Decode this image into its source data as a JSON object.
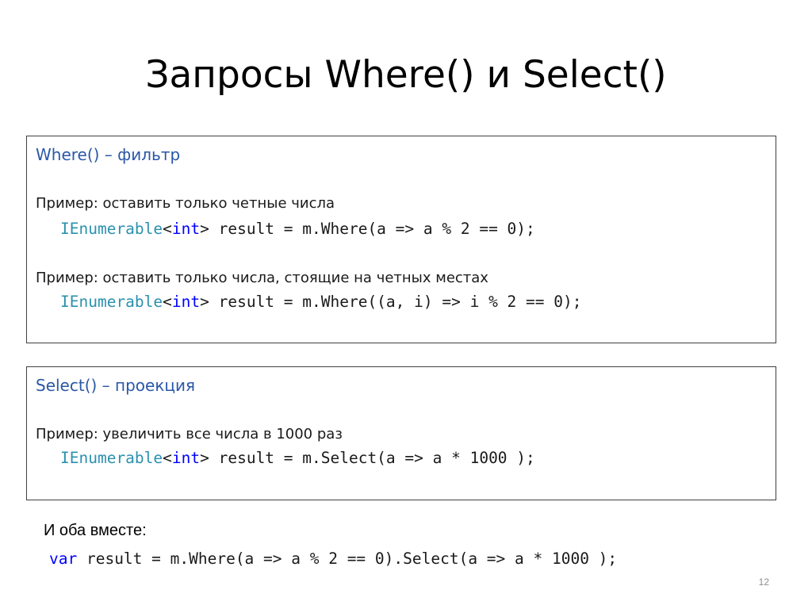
{
  "slide": {
    "title": "Запросы Where() и Select()",
    "number": "12"
  },
  "where_box": {
    "heading": "Where() – фильтр",
    "example1_text": "Пример: оставить только четные числа",
    "example1_code": {
      "type": "IEnumerable",
      "lt": "<",
      "generic": "int",
      "rest": "> result = m.Where(a => a % 2 == 0);"
    },
    "example2_text": "Пример: оставить только числа, стоящие на четных местах",
    "example2_code": {
      "type": "IEnumerable",
      "lt": "<",
      "generic": "int",
      "rest": "> result = m.Where((a, i) => i % 2 == 0);"
    }
  },
  "select_box": {
    "heading": "Select() – проекция",
    "example_text": "Пример: увеличить все числа в 1000 раз",
    "example_code": {
      "type": "IEnumerable",
      "lt": "<",
      "generic": "int",
      "rest": "> result = m.Select(a => a * 1000 );"
    }
  },
  "combined": {
    "label": "И оба вместе:",
    "code_keyword": "var",
    "code_rest": " result = m.Where(a => a % 2 == 0).Select(a => a * 1000 );"
  },
  "colors": {
    "heading": "#2a57a7",
    "type_keyword": "#2b91af",
    "keyword": "#0000ff",
    "border": "#404040"
  }
}
